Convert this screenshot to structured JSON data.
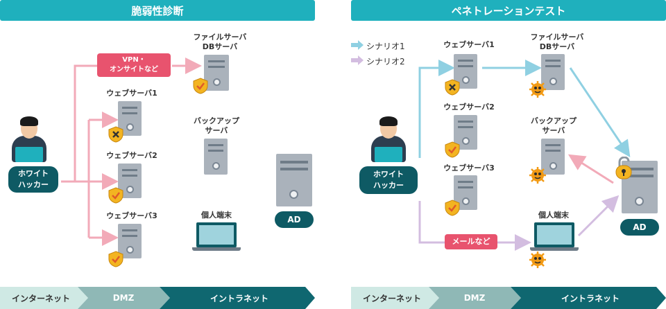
{
  "left": {
    "title": "脆弱性診断",
    "hacker": "ホワイト\nハッカー",
    "vpn": "VPN・\nオンサイトなど",
    "file_server": "ファイルサーバ\nDBサーバ",
    "web1": "ウェブサーバ1",
    "web2": "ウェブサーバ2",
    "web3": "ウェブサーバ3",
    "backup": "バックアップ\nサーバ",
    "pc": "個人端末",
    "ad": "AD",
    "zones": [
      "インターネット",
      "DMZ",
      "イントラネット"
    ]
  },
  "right": {
    "title": "ペネトレーションテスト",
    "legend": [
      "シナリオ1",
      "シナリオ2"
    ],
    "hacker": "ホワイト\nハッカー",
    "web1": "ウェブサーバ1",
    "web2": "ウェブサーバ2",
    "web3": "ウェブサーバ3",
    "file_server": "ファイルサーバ\nDBサーバ",
    "backup": "バックアップ\nサーバ",
    "pc": "個人端末",
    "mail": "メールなど",
    "ad": "AD",
    "zones": [
      "インターネット",
      "DMZ",
      "イントラネット"
    ]
  },
  "colors": {
    "header": "#1fb0bd",
    "pill_dark": "#0e5a64",
    "pink": "#e8536e",
    "scenario1": "#8fd0e2",
    "scenario2": "#d3bde0",
    "attack_pink": "#f2aab8",
    "zone_internet": "#cfe9e4",
    "zone_dmz": "#8fb8b6",
    "zone_intranet": "#0f6770",
    "shield": "#f3b421",
    "virus": "#f29a14"
  }
}
